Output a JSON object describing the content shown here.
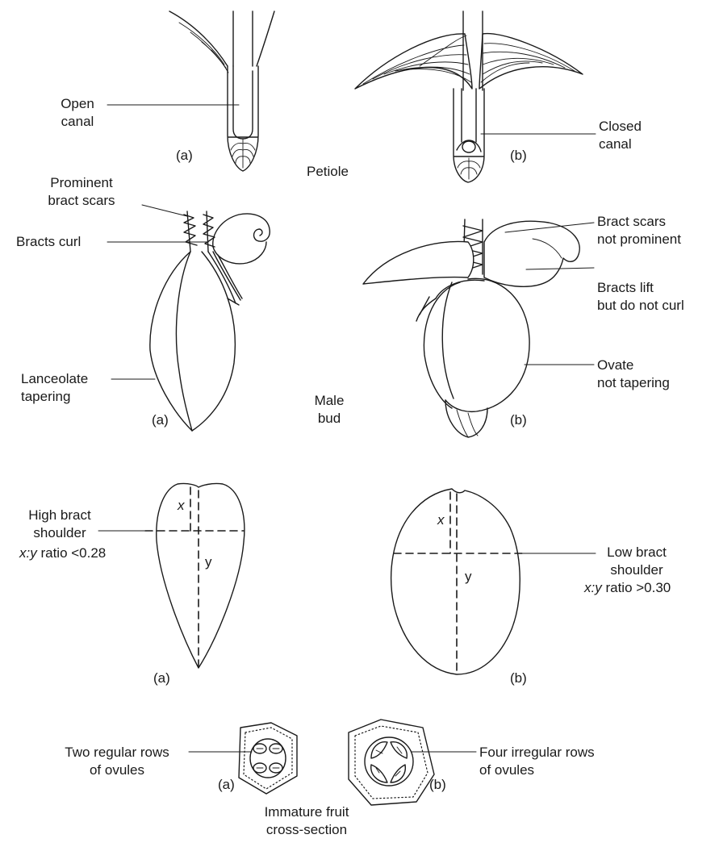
{
  "petiole": {
    "title": "Petiole",
    "a": {
      "tag": "(a)",
      "callout": [
        "Open",
        "canal"
      ]
    },
    "b": {
      "tag": "(b)",
      "callout": [
        "Closed",
        "canal"
      ]
    }
  },
  "male_bud": {
    "title": [
      "Male",
      "bud"
    ],
    "a": {
      "tag": "(a)",
      "callouts": [
        [
          "Prominent",
          "bract scars"
        ],
        [
          "Bracts curl"
        ],
        [
          "Lanceolate",
          "tapering"
        ]
      ]
    },
    "b": {
      "tag": "(b)",
      "callouts": [
        [
          "Bract scars",
          "not prominent"
        ],
        [
          "Bracts lift",
          "but do not curl"
        ],
        [
          "Ovate",
          "not tapering"
        ]
      ]
    }
  },
  "bract_shoulder": {
    "a": {
      "tag": "(a)",
      "x": "x",
      "y": "y",
      "callout": [
        "High bract",
        "shoulder"
      ],
      "ratio_var": "x:y",
      "ratio_text": " ratio <0.28"
    },
    "b": {
      "tag": "(b)",
      "x": "x",
      "y": "y",
      "callout": [
        "Low bract",
        "shoulder"
      ],
      "ratio_var": "x:y",
      "ratio_text": " ratio >0.30"
    }
  },
  "fruit": {
    "title": [
      "Immature fruit",
      "cross-section"
    ],
    "a": {
      "tag": "(a)",
      "callout": [
        "Two regular rows",
        "of ovules"
      ]
    },
    "b": {
      "tag": "(b)",
      "callout": [
        "Four irregular rows",
        "of ovules"
      ]
    }
  }
}
